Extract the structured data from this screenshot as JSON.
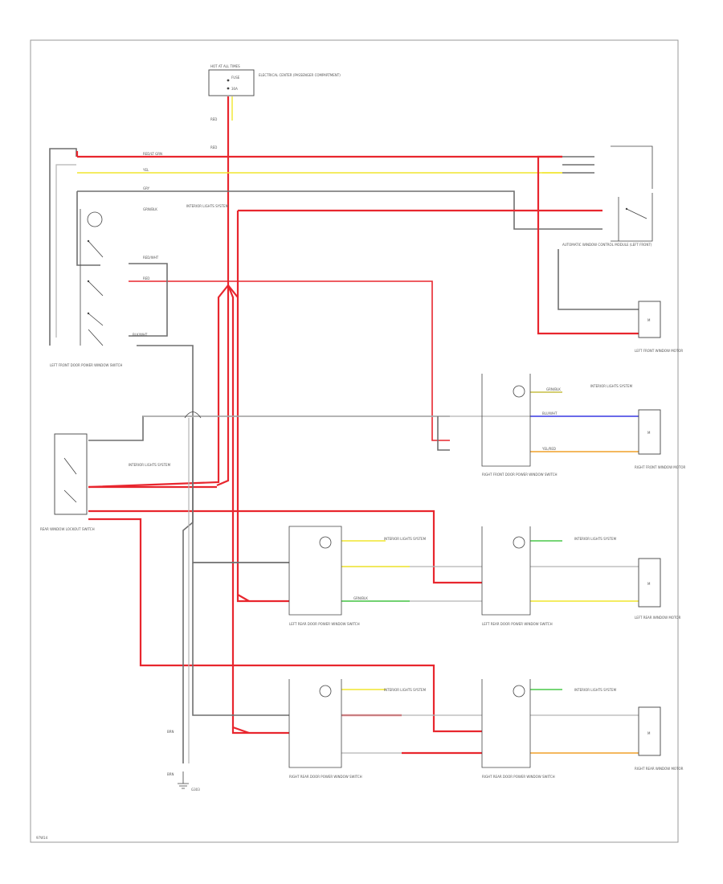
{
  "diagram": {
    "fuse_box": {
      "title": "HOT AT ALL TIMES",
      "fuse": "FUSE",
      "amp": "30A",
      "label": "ELECTRICAL CENTER (PASSENGER COMPARTMENT)"
    },
    "wires": {
      "main_feed": [
        "RED",
        "RED"
      ],
      "top_red": "RED/LT GRN",
      "top_ylw": "YEL",
      "top_gry": "GRY",
      "lock_feed": "GRN/BLK",
      "lock_sw_red": "RED",
      "lock_sw_a": "RED/WHT",
      "lock_sw_b": "BLK/WHT",
      "rf_blue": "BLU/WHT",
      "rf_org": "YEL/RED",
      "lr_grn": "GRN/BLK",
      "ground": [
        "BRN",
        "BRN"
      ]
    },
    "components": {
      "lf_switch": "LEFT FRONT DOOR POWER WINDOW SWITCH",
      "rf_motor": "RIGHT FRONT WINDOW MOTOR",
      "lf_motor": "LEFT FRONT WINDOW MOTOR",
      "lf_relay": "AUTOMATIC WINDOW CONTROL MODULE (LEFT FRONT)",
      "rf_switch": "RIGHT FRONT DOOR POWER WINDOW SWITCH",
      "lr_door_sw": "LEFT REAR DOOR POWER WINDOW SWITCH",
      "lr_door_sw2": "LEFT REAR DOOR POWER WINDOW SWITCH",
      "lr_motor": "LEFT REAR WINDOW MOTOR",
      "rr_door_sw": "RIGHT REAR DOOR POWER WINDOW SWITCH",
      "rr_door_sw2": "RIGHT REAR DOOR POWER WINDOW SWITCH",
      "rr_motor": "RIGHT REAR WINDOW MOTOR",
      "rear_lockout": "REAR WINDOW LOCKOUT SWITCH",
      "ground": "G303"
    },
    "refs": {
      "interior_light": "INTERIOR LIGHTS SYSTEM"
    },
    "motor_mark": "M",
    "page_code": "97W14"
  }
}
